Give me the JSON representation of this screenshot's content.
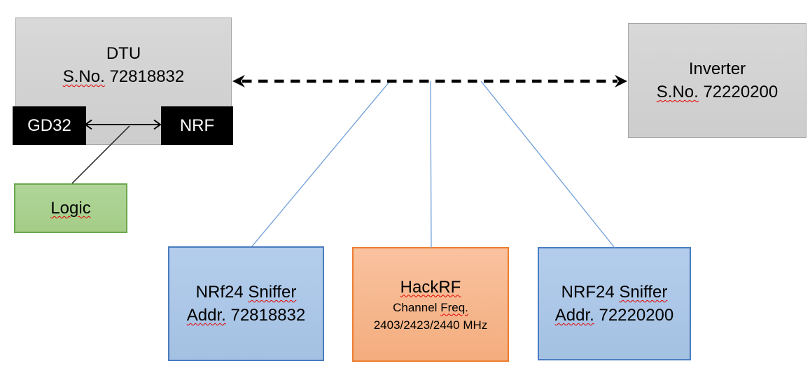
{
  "diagram": {
    "colors": {
      "device_gray_fill": "#d2d2d2",
      "device_gray_border": "#a6a6a6",
      "chip_black": "#000000",
      "logic_green_fill": "#a9d18e",
      "logic_green_border": "#6aa84f",
      "sniffer_blue_fill": "#aac6e8",
      "sniffer_blue_border": "#4a7cc0",
      "hackrf_orange_fill": "#f6b790",
      "hackrf_orange_border": "#ed7d31",
      "connector_blue": "#6f9fd8",
      "link_arrow_black": "#000000",
      "spellcheck_red": "#e40000"
    },
    "nodes": {
      "dtu": {
        "title": "DTU",
        "serial_label": "S.No.",
        "serial_number": "72818832"
      },
      "gd32": {
        "label": "GD32"
      },
      "nrf": {
        "label": "NRF"
      },
      "logic": {
        "label": "Logic"
      },
      "inverter": {
        "title": "Inverter",
        "serial_label": "S.No.",
        "serial_number": "72220200"
      },
      "sniffer_left": {
        "name_word1": "NRf24",
        "name_word2": "Sniffer",
        "addr_label": "Addr.",
        "addr_value": "72818832"
      },
      "hackrf": {
        "title": "HackRF",
        "subtitle_word1": "Channel",
        "subtitle_word2": "Freq.",
        "frequencies": "2403/2423/2440 MHz"
      },
      "sniffer_right": {
        "name_word1": "NRF24",
        "name_word2": "Sniffer",
        "addr_label": "Addr.",
        "addr_value": "72220200"
      }
    }
  }
}
